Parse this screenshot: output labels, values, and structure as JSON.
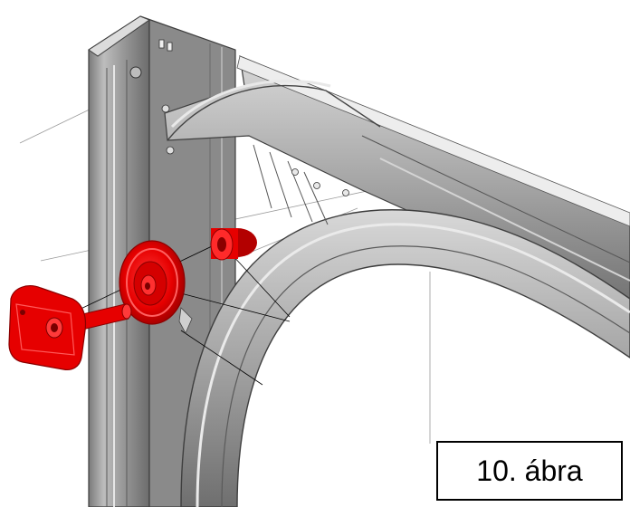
{
  "caption": {
    "text": "10. ábra"
  },
  "colors": {
    "part_red": "#e60000",
    "part_red_dark": "#a30000",
    "metal": "#8e8e8e",
    "metal_light": "#c9c9c9",
    "metal_dark": "#4a4a4a",
    "line": "#000000"
  },
  "parts": [
    "bracket",
    "shaft",
    "wheel",
    "spacer",
    "vertical-post",
    "curved-track",
    "horizontal-track"
  ]
}
